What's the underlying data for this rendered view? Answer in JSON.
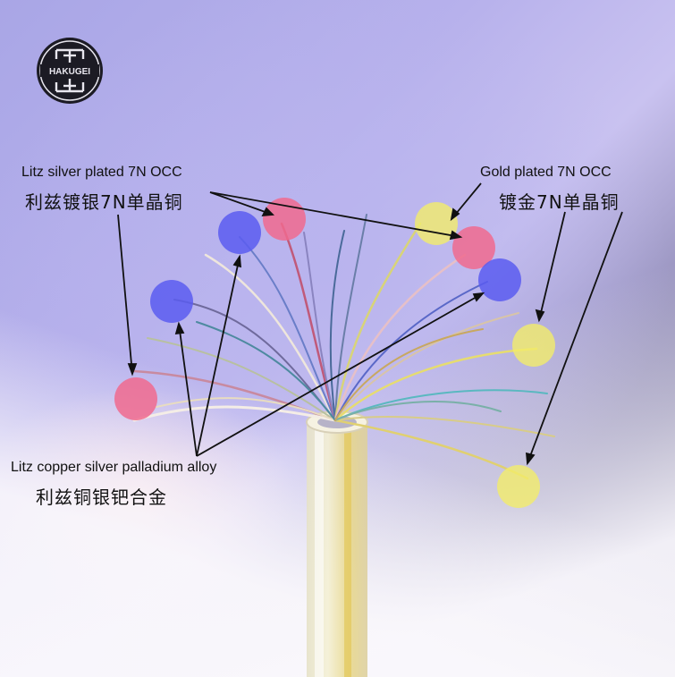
{
  "logo": {
    "text": "HAKUGEI"
  },
  "labels": {
    "litz_silver": {
      "en": "Litz silver plated  7N OCC",
      "cn": "利兹镀银7N单晶铜"
    },
    "gold": {
      "en": "Gold plated 7N OCC",
      "cn": "镀金7N单晶铜"
    },
    "litz_copper": {
      "en": "Litz copper silver palladium alloy",
      "cn": "利兹铜银钯合金"
    }
  },
  "colors": {
    "red_dot": "#f06a8e",
    "blue_dot": "#5a5cf0",
    "yellow_dot": "#f2ec6a",
    "pointer": "#111111"
  }
}
